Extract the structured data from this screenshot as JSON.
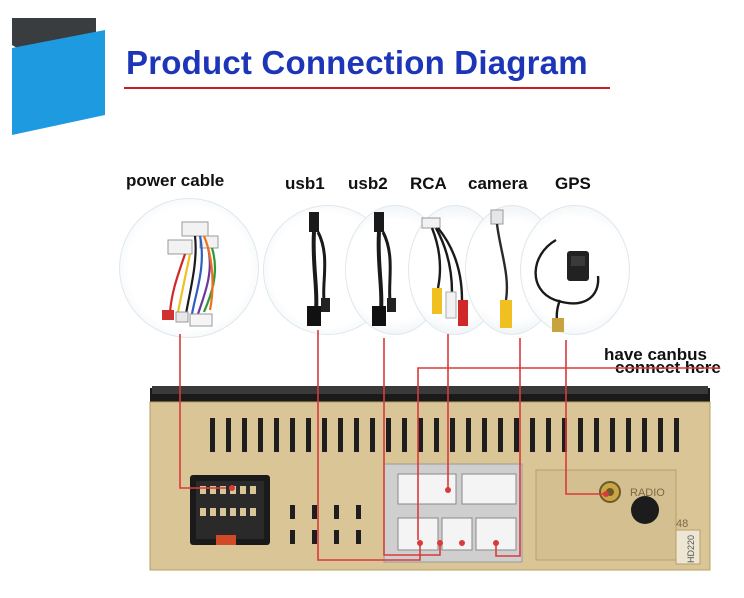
{
  "title": "Product Connection Diagram",
  "connectors": {
    "power_cable": "power cable",
    "usb1": "usb1",
    "usb2": "usb2",
    "rca": "RCA",
    "camera": "camera",
    "gps": "GPS"
  },
  "canbus_note": {
    "line1": "have canbus",
    "line2": "connect here"
  },
  "unit_markings": {
    "radio": "RADIO",
    "number": "48",
    "model": "HD220"
  },
  "colors": {
    "title": "#1d36b8",
    "underline": "#c81e1e",
    "wire": "#d93a3a",
    "banner_blue": "#1e9be0",
    "banner_dark": "#3a3d40",
    "panel": "#d9c596"
  }
}
